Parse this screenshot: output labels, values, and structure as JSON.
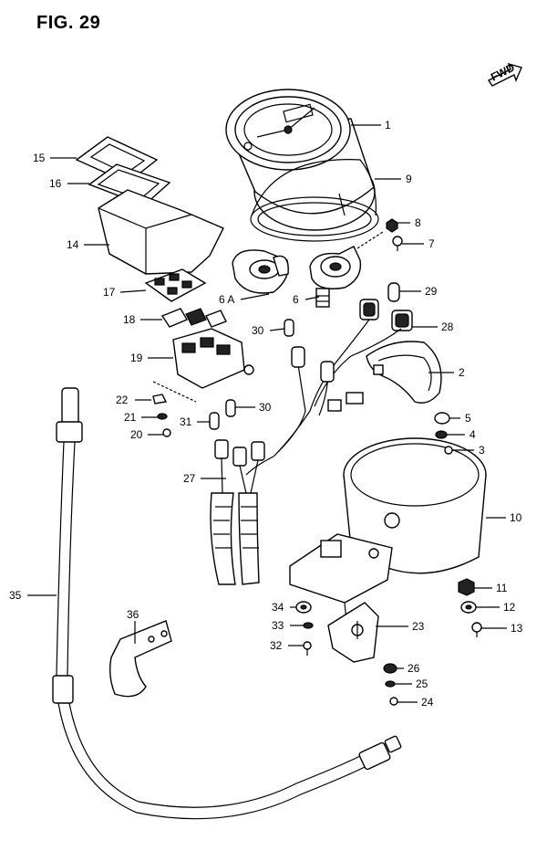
{
  "figure": {
    "title": "FIG. 29",
    "fwd_label": "FWD"
  },
  "callouts": [
    {
      "id": "c1",
      "text": "1"
    },
    {
      "id": "c9",
      "text": "9"
    },
    {
      "id": "c8",
      "text": "8"
    },
    {
      "id": "c7",
      "text": "7"
    },
    {
      "id": "c6a",
      "text": "6 A"
    },
    {
      "id": "c6",
      "text": "6"
    },
    {
      "id": "c29",
      "text": "29"
    },
    {
      "id": "c28",
      "text": "28"
    },
    {
      "id": "c2",
      "text": "2"
    },
    {
      "id": "c5",
      "text": "5"
    },
    {
      "id": "c4",
      "text": "4"
    },
    {
      "id": "c3",
      "text": "3"
    },
    {
      "id": "c10",
      "text": "10"
    },
    {
      "id": "c11",
      "text": "11"
    },
    {
      "id": "c12",
      "text": "12"
    },
    {
      "id": "c13",
      "text": "13"
    },
    {
      "id": "c15",
      "text": "15"
    },
    {
      "id": "c16",
      "text": "16"
    },
    {
      "id": "c14",
      "text": "14"
    },
    {
      "id": "c17",
      "text": "17"
    },
    {
      "id": "c18",
      "text": "18"
    },
    {
      "id": "c19",
      "text": "19"
    },
    {
      "id": "c30a",
      "text": "30"
    },
    {
      "id": "c30b",
      "text": "30"
    },
    {
      "id": "c22",
      "text": "22"
    },
    {
      "id": "c21",
      "text": "21"
    },
    {
      "id": "c20",
      "text": "20"
    },
    {
      "id": "c31",
      "text": "31"
    },
    {
      "id": "c27",
      "text": "27"
    },
    {
      "id": "c35",
      "text": "35"
    },
    {
      "id": "c36",
      "text": "36"
    },
    {
      "id": "c34",
      "text": "34"
    },
    {
      "id": "c33",
      "text": "33"
    },
    {
      "id": "c32",
      "text": "32"
    },
    {
      "id": "c23",
      "text": "23"
    },
    {
      "id": "c26",
      "text": "26"
    },
    {
      "id": "c25",
      "text": "25"
    },
    {
      "id": "c24",
      "text": "24"
    }
  ]
}
